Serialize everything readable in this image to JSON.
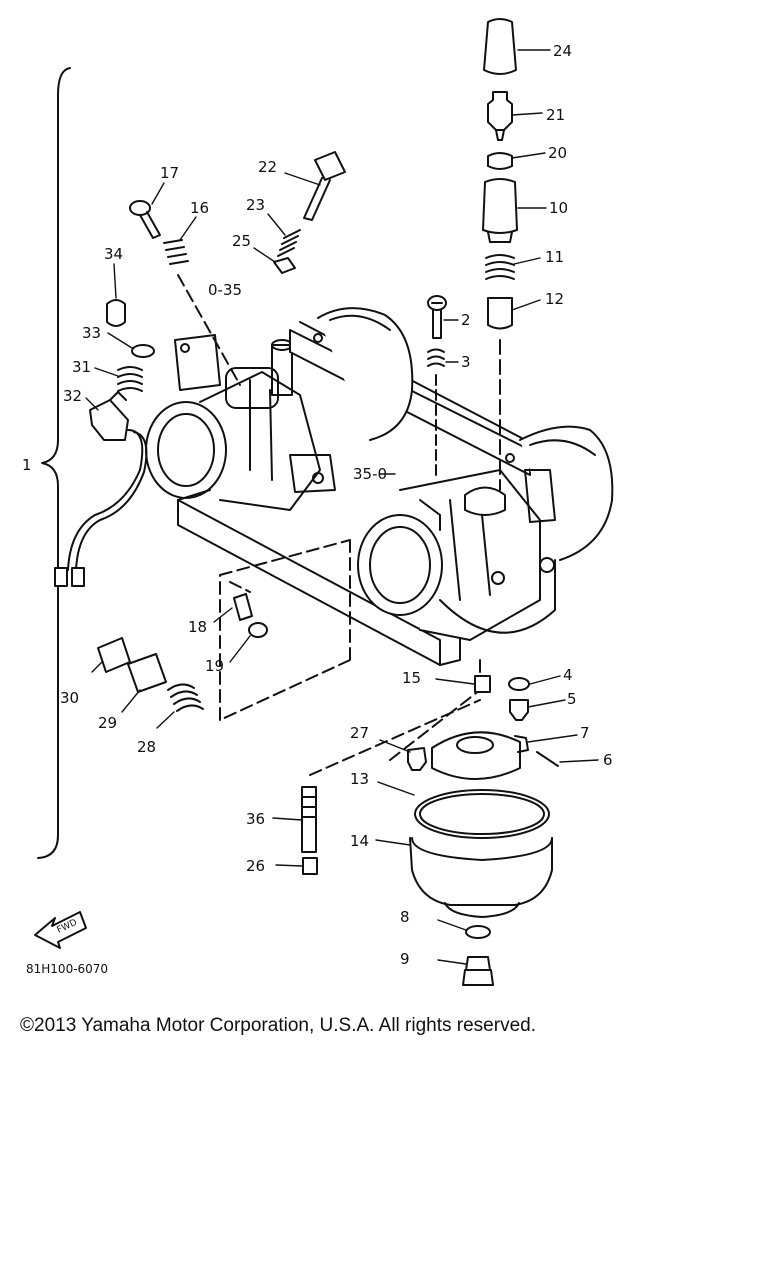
{
  "diagram": {
    "part_numbers": [
      "1",
      "2",
      "3",
      "4",
      "5",
      "6",
      "7",
      "8",
      "9",
      "10",
      "11",
      "12",
      "13",
      "14",
      "15",
      "16",
      "17",
      "18",
      "19",
      "20",
      "21",
      "22",
      "23",
      "24",
      "25",
      "26",
      "27",
      "28",
      "29",
      "30",
      "31",
      "32",
      "33",
      "34",
      "35",
      "36"
    ],
    "callouts": {
      "n24": "24",
      "n21": "21",
      "n20": "20",
      "n10": "10",
      "n11": "11",
      "n12": "12",
      "n2": "2",
      "n3": "3",
      "n22": "22",
      "n17": "17",
      "n16": "16",
      "n23": "23",
      "n25": "25",
      "n35a": "0-35",
      "n34": "34",
      "n33": "33",
      "n31": "31",
      "n32": "32",
      "n1": "1",
      "n35b": "35-0",
      "n18": "18",
      "n19": "19",
      "n15": "15",
      "n4": "4",
      "n5": "5",
      "n7": "7",
      "n6": "6",
      "n27": "27",
      "n13": "13",
      "n30": "30",
      "n29": "29",
      "n28": "28",
      "n36": "36",
      "n14": "14",
      "n26": "26",
      "n8": "8",
      "n9": "9"
    },
    "fwd_label": "FWD",
    "drawing_code": "81H100-6070",
    "icons": {
      "fwd": "forward-arrow-icon"
    }
  },
  "footer": {
    "copyright": "©2013 Yamaha Motor Corporation, U.S.A. All rights reserved."
  },
  "colors": {
    "ink": "#111111",
    "background": "#ffffff"
  }
}
